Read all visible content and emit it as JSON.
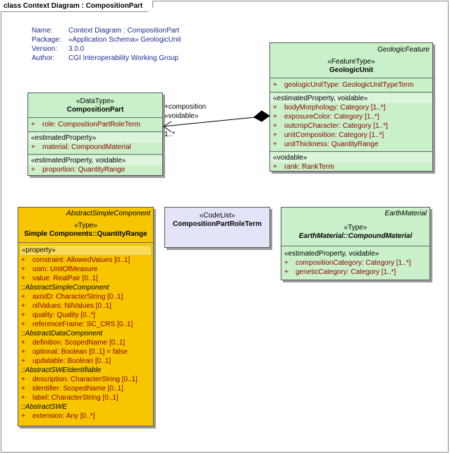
{
  "frame": {
    "title": "class Context Diagram : CompositionPart"
  },
  "meta": [
    {
      "key": "Name:",
      "value": "Context Diagram : CompositionPart"
    },
    {
      "key": "Package:",
      "value": "«Application Schema» GeologicUnit"
    },
    {
      "key": "Version:",
      "value": "3.0.0"
    },
    {
      "key": "Author:",
      "value": "CGI Interoperability Working Group"
    }
  ],
  "composition_part": {
    "stereotype": "«DataType»",
    "name": "CompositionPart",
    "sections": [
      {
        "group": "",
        "attrs": [
          {
            "text": "role:  CompositionPartRoleTerm"
          }
        ]
      },
      {
        "group": "«estimatedProperty»",
        "attrs": [
          {
            "text": "material:  CompoundMaterial"
          }
        ]
      },
      {
        "group": "«estimatedProperty, voidable»",
        "attrs": [
          {
            "text": "proportion:  QuantityRange"
          }
        ]
      }
    ]
  },
  "geologic_unit": {
    "abstract_parent": "GeologicFeature",
    "stereotype": "«FeatureType»",
    "name": "GeologicUnit",
    "sections": [
      {
        "group": "",
        "attrs": [
          {
            "text": "geologicUnitType:  GeologicUnitTypeTerm"
          }
        ]
      },
      {
        "group": "«estimatedProperty, voidable»",
        "attrs": [
          {
            "text": "bodyMorphology:  Category [1..*]"
          },
          {
            "text": "exposureColor:  Category [1..*]"
          },
          {
            "text": "outcropCharacter:  Category [1..*]"
          },
          {
            "text": "unitComposition:  Category [1..*]"
          },
          {
            "text": "unitThickness:  QuantityRange"
          }
        ]
      },
      {
        "group": "«voidable»",
        "attrs": [
          {
            "text": "rank:  RankTerm"
          }
        ]
      }
    ]
  },
  "quantity_range": {
    "abstract_parent": "AbstractSimpleComponent",
    "stereotype": "«Type»",
    "name": "Simple Components::QuantityRange",
    "groups": [
      {
        "label": "«property»",
        "attrs": [
          "constraint:  AllowedValues [0..1]",
          "uom:  UnitOfMeasure",
          "value:  RealPair [0..1]"
        ]
      },
      {
        "label": "::AbstractSimpleComponent",
        "attrs": [
          "axisID:  CharacterString [0..1]",
          "nilValues:  NilValues [0..1]",
          "quality:  Quality [0..*]",
          "referenceFrame:  SC_CRS [0..1]"
        ]
      },
      {
        "label": "::AbstractDataComponent",
        "attrs": [
          "definition:  ScopedName [0..1]",
          "optional:  Boolean [0..1] = false",
          "updatable:  Boolean [0..1]"
        ]
      },
      {
        "label": "::AbstractSWEIdentifiable",
        "attrs": [
          "description:  CharacterString [0..1]",
          "identifier:  ScopedName [0..1]",
          "label:  CharacterString [0..1]"
        ]
      },
      {
        "label": "::AbstractSWE",
        "attrs": [
          "extension:  Any [0..*]"
        ]
      }
    ]
  },
  "role_term": {
    "stereotype": "«CodeList»",
    "name": "CompositionPartRoleTerm"
  },
  "compound_material": {
    "abstract_parent": "EarthMaterial",
    "stereotype": "«Type»",
    "name": "EarthMaterial::CompoundMaterial",
    "sections": [
      {
        "group": "«estimatedProperty, voidable»",
        "attrs": [
          {
            "text": "compositionCategory:  Category [1..*]"
          },
          {
            "text": "geneticCategory:  Category [1..*]"
          }
        ]
      }
    ]
  },
  "association": {
    "role": "+composition",
    "stereotype": "«voidable»",
    "multiplicity": "1..*"
  },
  "visibility": "+"
}
